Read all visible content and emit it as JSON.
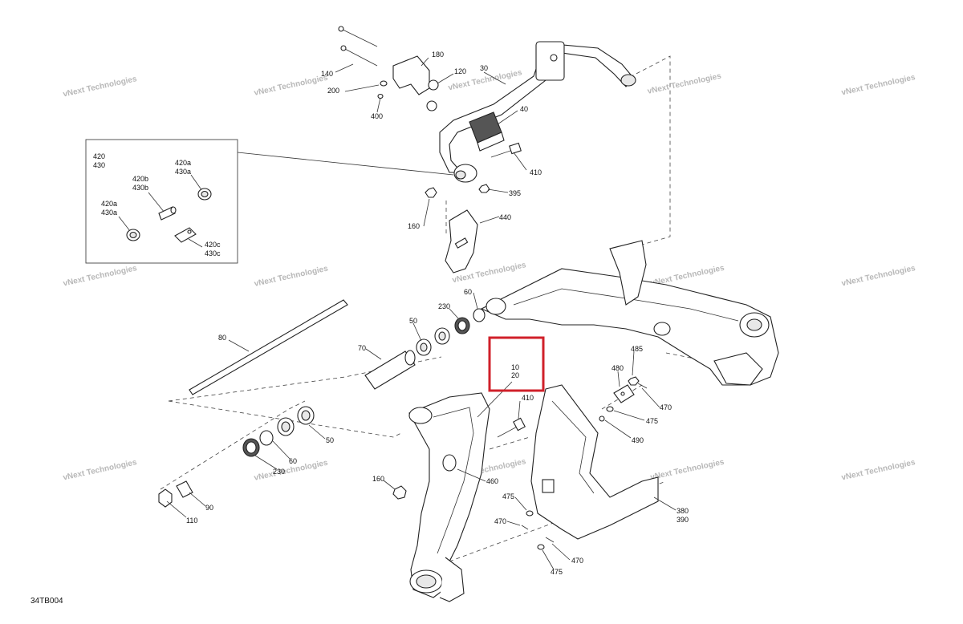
{
  "diagram_id": "34TB004",
  "watermark": "vNext Technologies",
  "highlight": {
    "color": "#d0202a",
    "labels": [
      "10",
      "20"
    ]
  },
  "callouts": {
    "c140": "140",
    "c180": "180",
    "c120": "120",
    "c30": "30",
    "c200": "200",
    "c400": "400",
    "c40": "40",
    "c410_top": "410",
    "c395": "395",
    "c160_top": "160",
    "c440": "440",
    "c80": "80",
    "c70": "70",
    "c50_top": "50",
    "c230_top": "230",
    "c60_top": "60",
    "c485": "485",
    "c480": "480",
    "c470_a": "470",
    "c475_a": "475",
    "c490": "490",
    "c410_mid": "410",
    "c50_bot": "50",
    "c60_bot": "60",
    "c230_bot": "230",
    "c90": "90",
    "c110": "110",
    "c160_bot": "160",
    "c460": "460",
    "c475_b": "475",
    "c470_b": "470",
    "c470_c": "470",
    "c475_c": "475",
    "c380": "380",
    "c390": "390"
  },
  "inset": {
    "top_left_1": "420",
    "top_left_2": "430",
    "a_top_1": "420a",
    "a_top_2": "430a",
    "b_1": "420b",
    "b_2": "430b",
    "a_left_1": "420a",
    "a_left_2": "430a",
    "c_1": "420c",
    "c_2": "430c"
  }
}
